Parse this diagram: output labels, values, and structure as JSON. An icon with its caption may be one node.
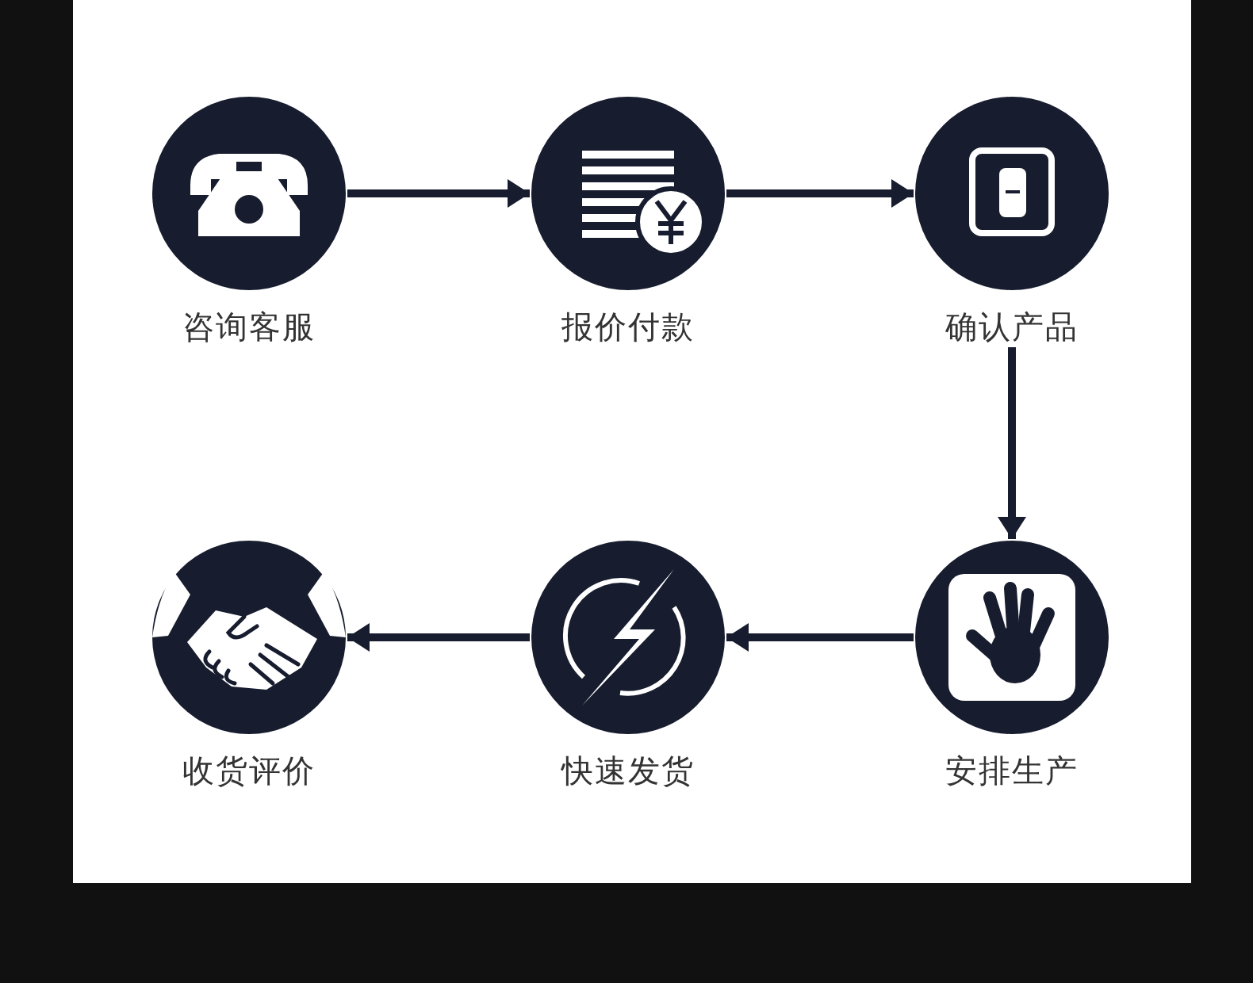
{
  "diagram": {
    "nodes": [
      {
        "text": [
          "咨询客服"
        ]
      },
      {
        "text": [
          "报价付款"
        ]
      },
      {
        "text": [
          "确认产品"
        ]
      },
      {
        "text": [
          "安排生产"
        ]
      },
      {
        "text": [
          "快速发货"
        ]
      },
      {
        "text": [
          "收货评价"
        ]
      }
    ],
    "edges": [
      {
        "from": 0,
        "to": 1,
        "arrow": "to"
      },
      {
        "from": 1,
        "to": 2,
        "arrow": "to"
      },
      {
        "from": 2,
        "to": 3,
        "arrow": "to"
      },
      {
        "from": 3,
        "to": 4,
        "arrow": "to"
      },
      {
        "from": 4,
        "to": 5,
        "arrow": "to"
      }
    ]
  }
}
